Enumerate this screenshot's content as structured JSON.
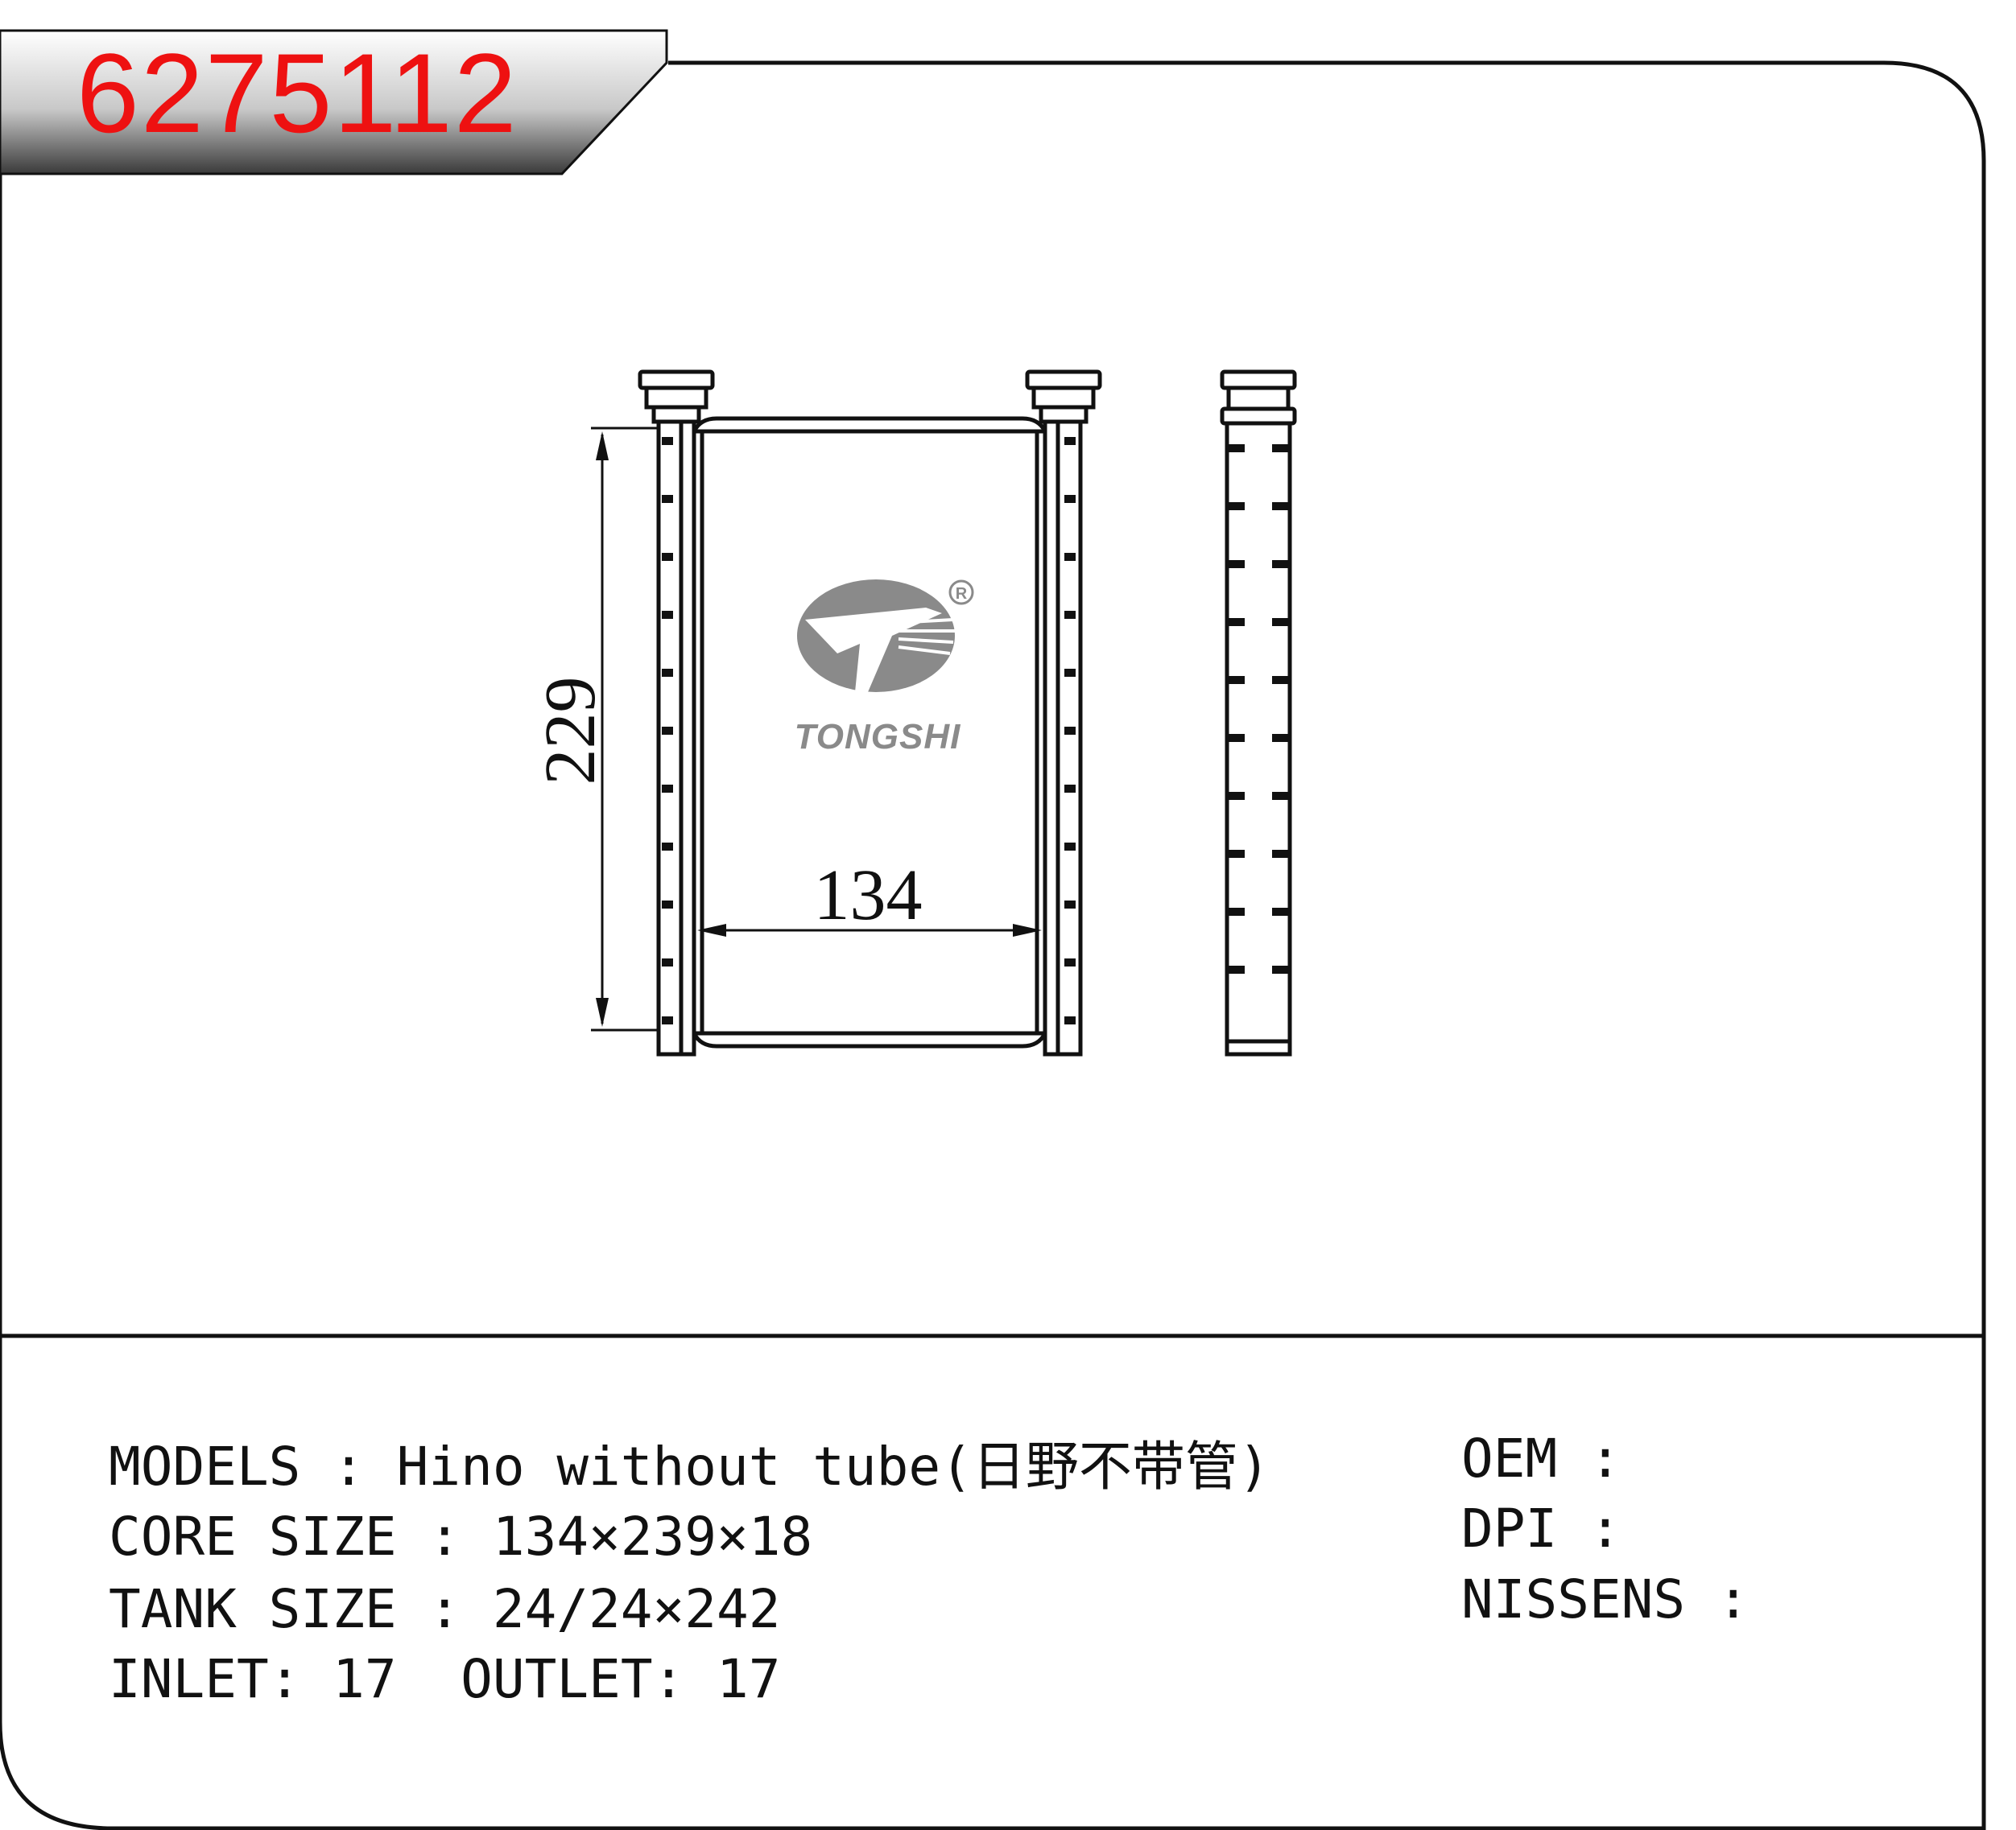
{
  "part_number": "6275112",
  "drawing": {
    "dim_height": "229",
    "dim_width": "134",
    "logo_text": "TONGSHI",
    "logo_mark": "R"
  },
  "specs": {
    "models_label": "MODELS",
    "models_value": "Hino without tube(日野不带管)",
    "core_label": "CORE SIZE",
    "core_value": "134×239×18",
    "tank_label": "TANK SIZE",
    "tank_value": "24/24×242",
    "inlet_label": "INLET",
    "inlet_value": "17",
    "outlet_label": "OUTLET",
    "outlet_value": "17"
  },
  "references": {
    "oem_label": "OEM",
    "oem_value": "",
    "dpi_label": "DPI",
    "dpi_value": "",
    "nissens_label": "NISSENS",
    "nissens_value": ""
  },
  "colors": {
    "part_number": "#ee1111",
    "logo": "#8a8a8a",
    "line": "#111111"
  }
}
